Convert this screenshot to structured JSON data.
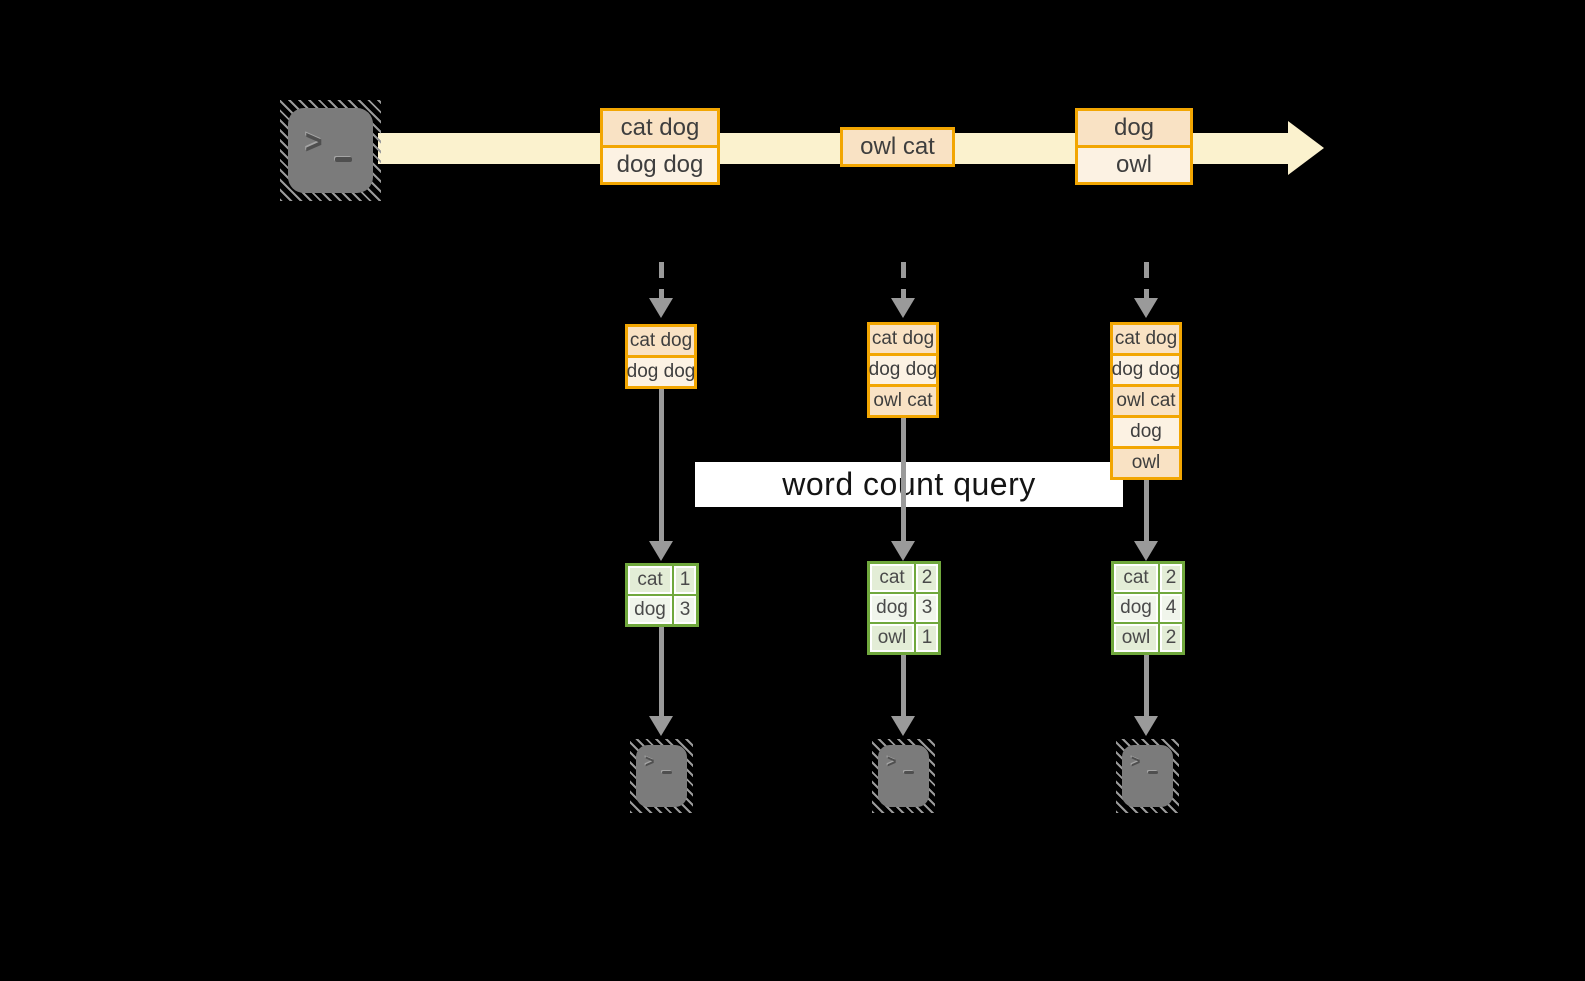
{
  "diagram": {
    "query_label": "word count query",
    "stream_batches": [
      {
        "lines": [
          "cat dog",
          "dog dog"
        ]
      },
      {
        "lines": [
          "owl cat"
        ]
      },
      {
        "lines": [
          "dog",
          "owl"
        ]
      }
    ],
    "columns": [
      {
        "state": [
          "cat dog",
          "dog dog"
        ],
        "counts": [
          {
            "word": "cat",
            "count": "1"
          },
          {
            "word": "dog",
            "count": "3"
          }
        ]
      },
      {
        "state": [
          "cat dog",
          "dog dog",
          "owl cat"
        ],
        "counts": [
          {
            "word": "cat",
            "count": "2"
          },
          {
            "word": "dog",
            "count": "3"
          },
          {
            "word": "owl",
            "count": "1"
          }
        ]
      },
      {
        "state": [
          "cat dog",
          "dog dog",
          "owl cat",
          "dog",
          "owl"
        ],
        "counts": [
          {
            "word": "cat",
            "count": "2"
          },
          {
            "word": "dog",
            "count": "4"
          },
          {
            "word": "owl",
            "count": "2"
          }
        ]
      }
    ],
    "icons": {
      "source": "terminal-icon",
      "sinks": [
        "terminal-icon",
        "terminal-icon",
        "terminal-icon"
      ],
      "glyph": ">"
    },
    "colors": {
      "background": "#000000",
      "stream_band": "#FBF2CE",
      "orange_border": "#F2A602",
      "peach_fill": "#F9E2C4",
      "cream_fill": "#FCF2E3",
      "green_border": "#70A83D",
      "green_cell": "#E3EDD6",
      "green_cell_light": "#F0F5EB",
      "arrow_gray": "#9A9A9A",
      "icon_gray": "#7B7B7B"
    }
  }
}
